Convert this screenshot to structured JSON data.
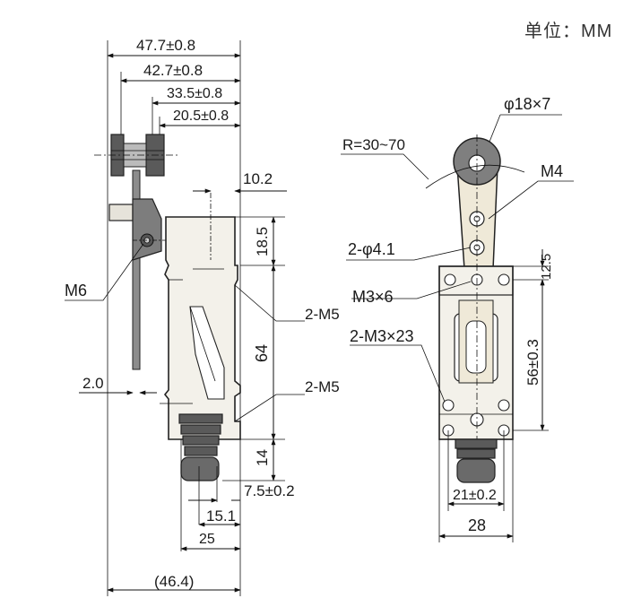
{
  "unit_label": "单位：MM",
  "side_view": {
    "d_overall": "47.7±0.8",
    "d_lever": "42.7±0.8",
    "d_roller1": "33.5±0.8",
    "d_roller2": "20.5±0.8",
    "d_10_2": "10.2",
    "d_18_5": "18.5",
    "d_64": "64",
    "d_14": "14",
    "d_2_0": "2.0",
    "m6": "M6",
    "m5_top": "2-M5",
    "m5_bottom": "2-M5",
    "d_7_5": "7.5±0.2",
    "d_15_1": "15.1",
    "d_25": "25",
    "d_46_4": "(46.4)"
  },
  "front_view": {
    "roller": "φ18×7",
    "radius": "R=30~70",
    "m4": "M4",
    "holes": "2-φ4.1",
    "m3x6": "M3×6",
    "m3x23": "2-M3×23",
    "d_12_5": "12.5",
    "d_56": "56±0.3",
    "d_21": "21±0.2",
    "d_28": "28"
  }
}
